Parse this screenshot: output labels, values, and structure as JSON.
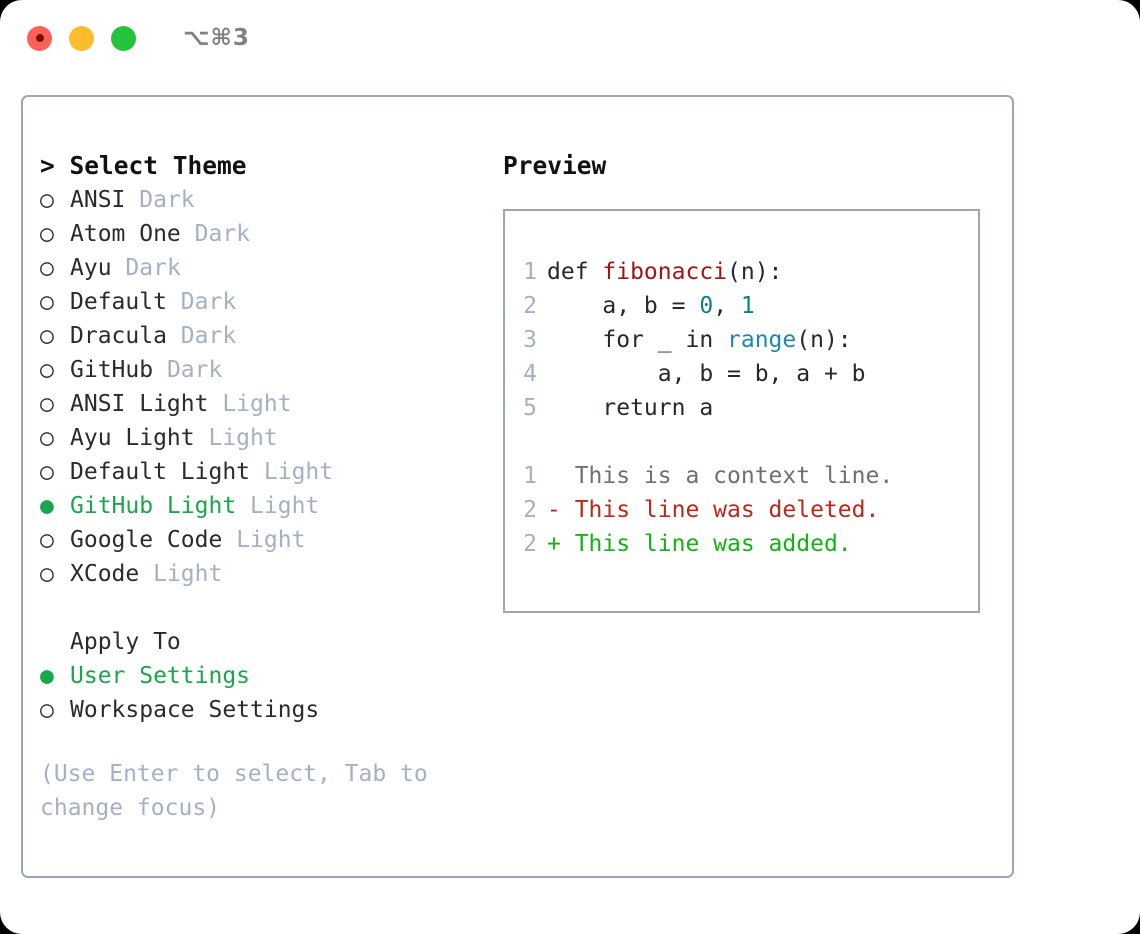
{
  "titlebar": {
    "shortcut": "⌥⌘3",
    "buttons": [
      {
        "name": "close",
        "color": "#ff6159"
      },
      {
        "name": "minimize",
        "color": "#ffbd2e"
      },
      {
        "name": "maximize",
        "color": "#25c33b"
      }
    ]
  },
  "colors": {
    "accent_green": "#1aa64b",
    "muted": "#a6b0c0",
    "border": "#9ba7b8",
    "text": "#2b2b2b",
    "func": "#a31515",
    "number": "#0d8080",
    "call": "#1e87b0",
    "diff_add": "#12b412",
    "diff_del": "#c0261b",
    "diff_ctx": "#707070"
  },
  "theme_list": {
    "header": "> Select Theme",
    "items": [
      {
        "marker": "○",
        "name": "ANSI",
        "suffix": "Dark",
        "selected": false
      },
      {
        "marker": "○",
        "name": "Atom One",
        "suffix": "Dark",
        "selected": false
      },
      {
        "marker": "○",
        "name": "Ayu",
        "suffix": "Dark",
        "selected": false
      },
      {
        "marker": "○",
        "name": "Default",
        "suffix": "Dark",
        "selected": false
      },
      {
        "marker": "○",
        "name": "Dracula",
        "suffix": "Dark",
        "selected": false
      },
      {
        "marker": "○",
        "name": "GitHub",
        "suffix": "Dark",
        "selected": false
      },
      {
        "marker": "○",
        "name": "ANSI Light",
        "suffix": "Light",
        "selected": false
      },
      {
        "marker": "○",
        "name": "Ayu Light",
        "suffix": "Light",
        "selected": false
      },
      {
        "marker": "○",
        "name": "Default Light",
        "suffix": "Light",
        "selected": false
      },
      {
        "marker": "●",
        "name": "GitHub Light",
        "suffix": "Light",
        "selected": true
      },
      {
        "marker": "○",
        "name": "Google Code",
        "suffix": "Light",
        "selected": false
      },
      {
        "marker": "○",
        "name": "XCode",
        "suffix": "Light",
        "selected": false
      }
    ]
  },
  "apply_to": {
    "header": "Apply To",
    "items": [
      {
        "marker": "●",
        "name": "User Settings",
        "selected": true
      },
      {
        "marker": "○",
        "name": "Workspace Settings",
        "selected": false
      }
    ]
  },
  "hint": "(Use Enter to select, Tab to change focus)",
  "preview": {
    "title": "Preview",
    "code_lines": [
      {
        "no": "1",
        "segments": [
          {
            "text": "def ",
            "cls": "codetext"
          },
          {
            "text": "fibonacci",
            "cls": "tok-func"
          },
          {
            "text": "(n):",
            "cls": "codetext"
          }
        ]
      },
      {
        "no": "2",
        "segments": [
          {
            "text": "    a, b = ",
            "cls": "codetext"
          },
          {
            "text": "0",
            "cls": "tok-num"
          },
          {
            "text": ", ",
            "cls": "codetext"
          },
          {
            "text": "1",
            "cls": "tok-num"
          }
        ]
      },
      {
        "no": "3",
        "segments": [
          {
            "text": "    for _ in ",
            "cls": "codetext"
          },
          {
            "text": "range",
            "cls": "tok-call"
          },
          {
            "text": "(n):",
            "cls": "codetext"
          }
        ]
      },
      {
        "no": "4",
        "segments": [
          {
            "text": "        a, b = b, a + b",
            "cls": "codetext"
          }
        ]
      },
      {
        "no": "5",
        "segments": [
          {
            "text": "    return a",
            "cls": "codetext"
          }
        ]
      }
    ],
    "diff_lines": [
      {
        "no": "1",
        "text": "  This is a context line.",
        "cls": "diff-ctx"
      },
      {
        "no": "2",
        "text": "- This line was deleted.",
        "cls": "diff-del"
      },
      {
        "no": "2",
        "text": "+ This line was added.",
        "cls": "diff-add"
      }
    ]
  }
}
